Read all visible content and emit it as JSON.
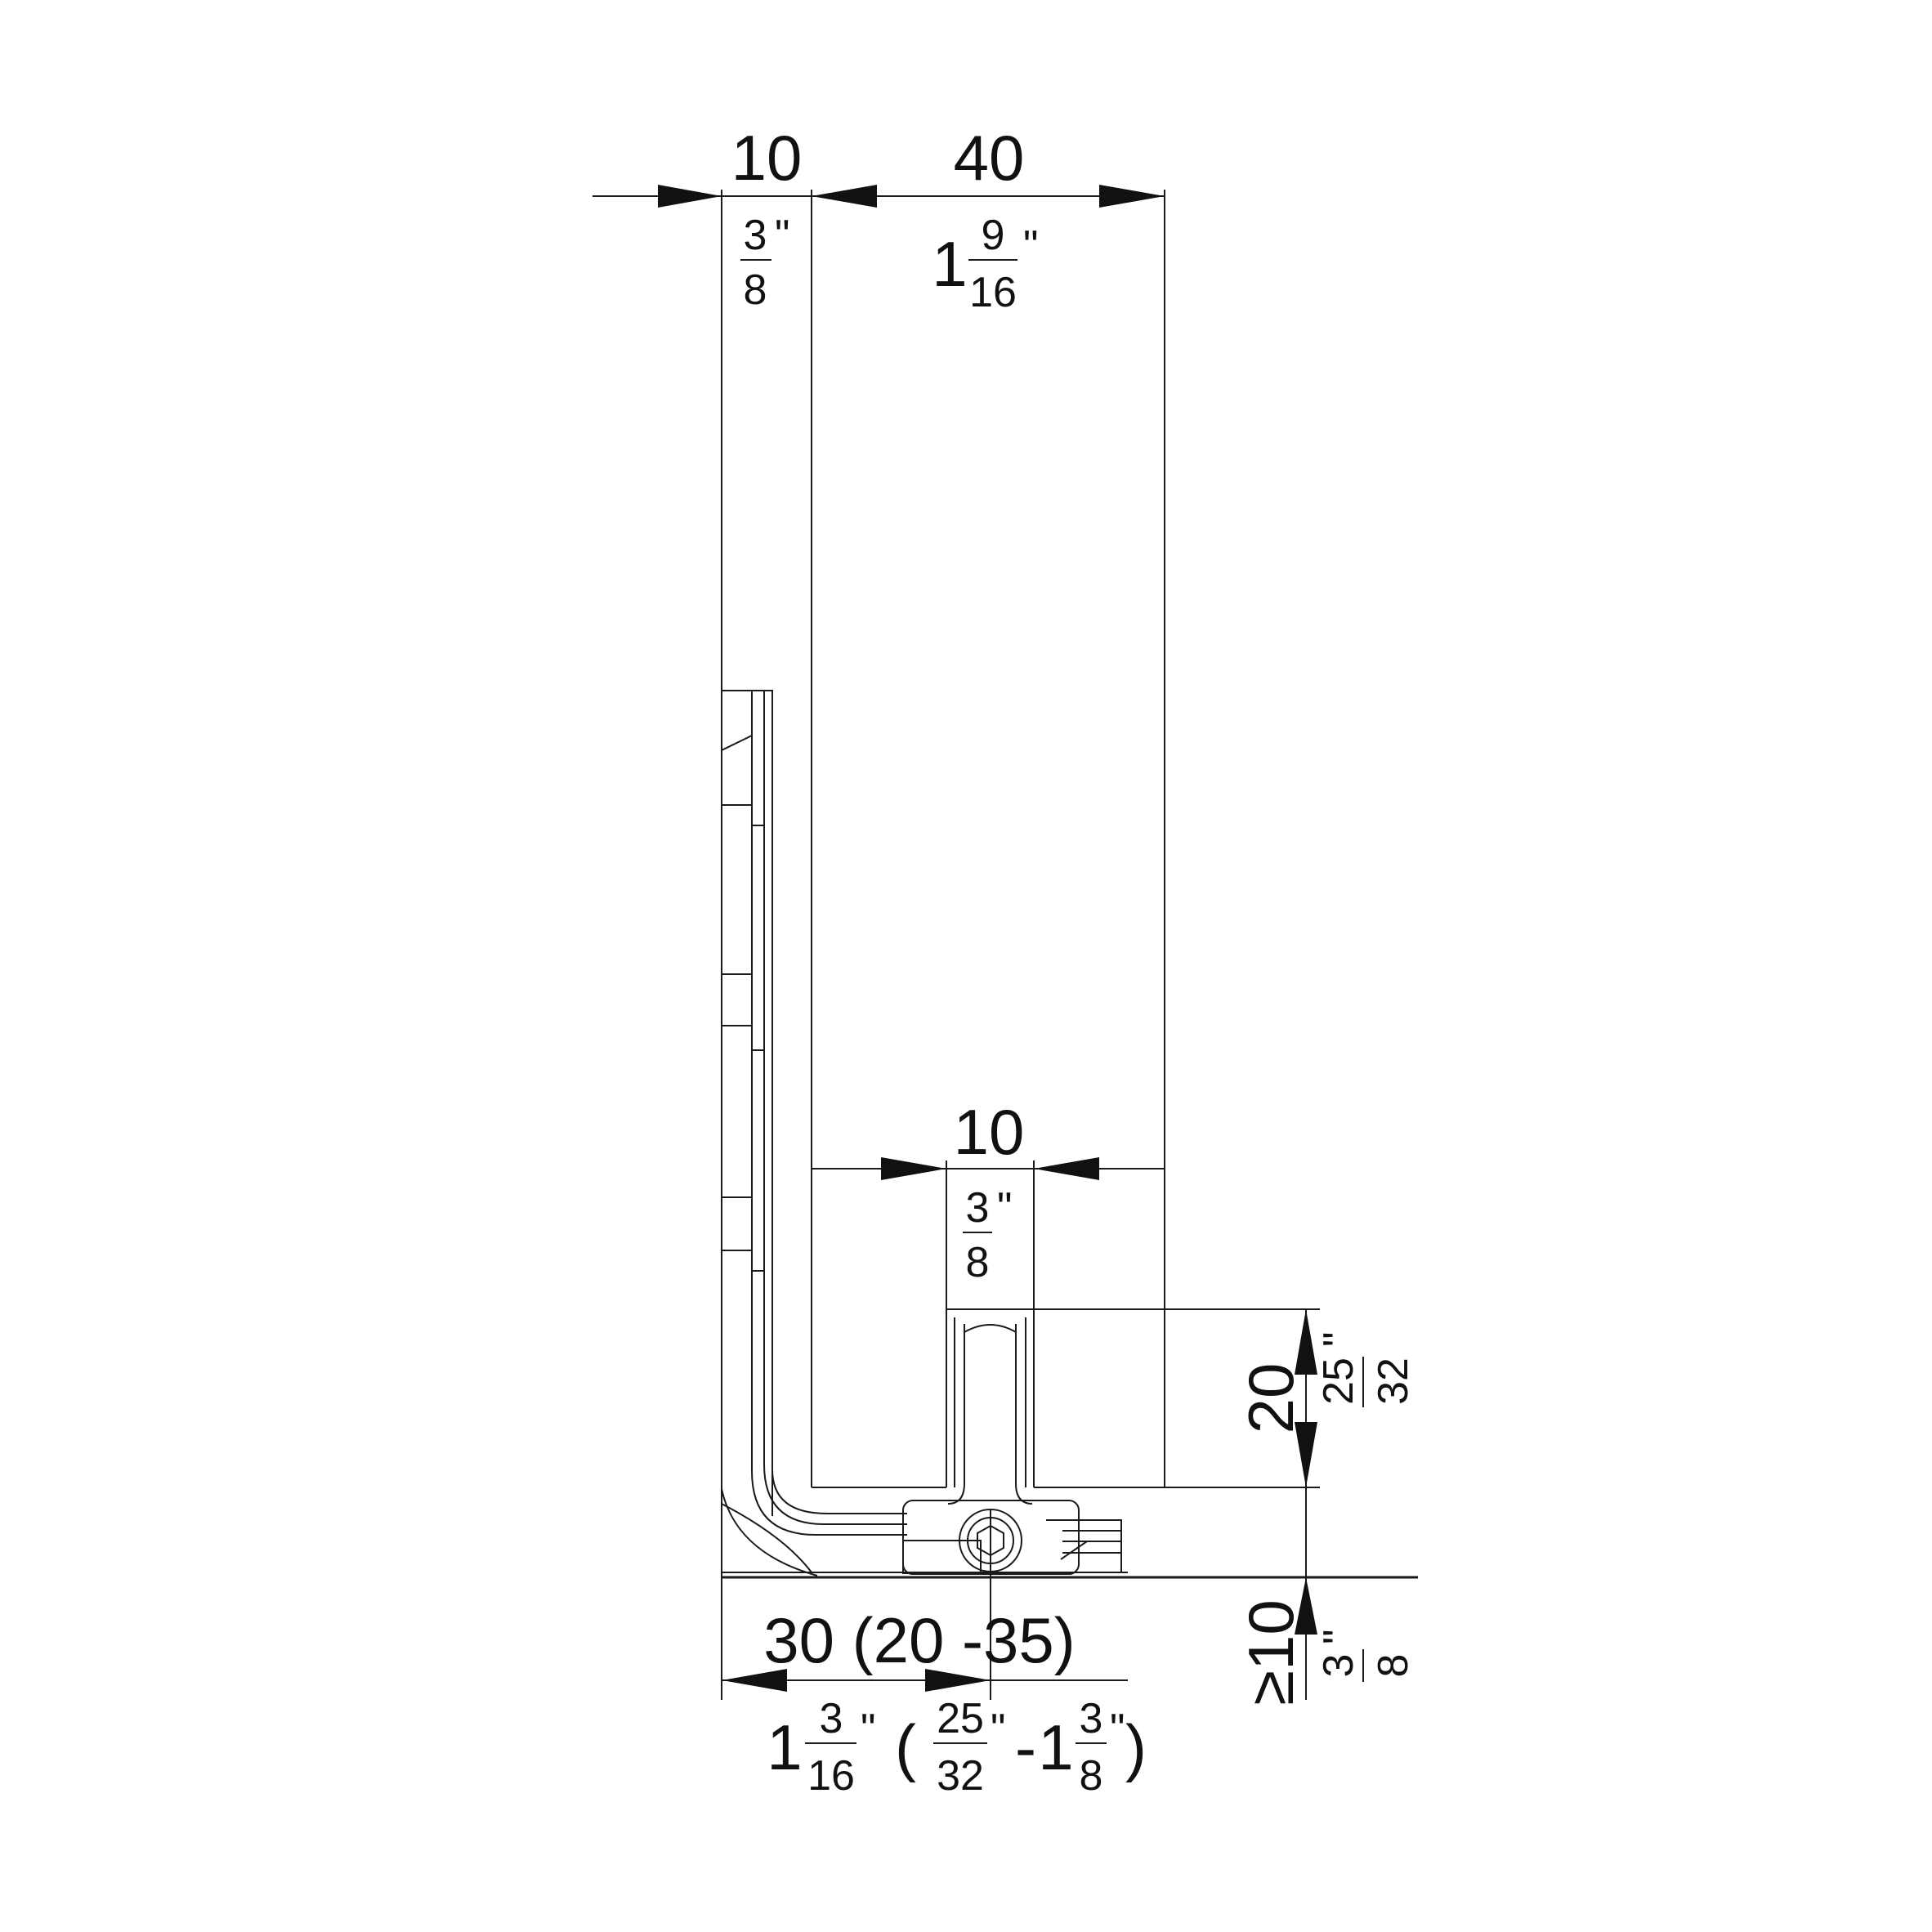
{
  "dimensions": {
    "top_left": {
      "metric": "10",
      "imperial_num": "3",
      "imperial_den": "8",
      "inch": "\""
    },
    "top_right": {
      "metric": "40",
      "imperial_whole": "1",
      "imperial_num": "9",
      "imperial_den": "16",
      "inch": "\""
    },
    "middle": {
      "metric": "10",
      "imperial_num": "3",
      "imperial_den": "8",
      "inch": "\""
    },
    "right_vertical": {
      "metric": "20",
      "imperial_num": "25",
      "imperial_den": "32",
      "inch": "\""
    },
    "bottom_vertical": {
      "metric": "≥10",
      "imperial_num": "3",
      "imperial_den": "8",
      "inch": "\""
    },
    "bottom": {
      "metric": "30 (20 -35)",
      "imperial": {
        "whole1": "1",
        "num1": "3",
        "den1": "16",
        "inch1": "\"",
        "open_paren": "(",
        "num2": "25",
        "den2": "32",
        "inch2": "\"",
        "dash": "-",
        "whole3": "1",
        "num3": "3",
        "den3": "8",
        "inch3": "\"",
        "close_paren": ")"
      }
    }
  }
}
